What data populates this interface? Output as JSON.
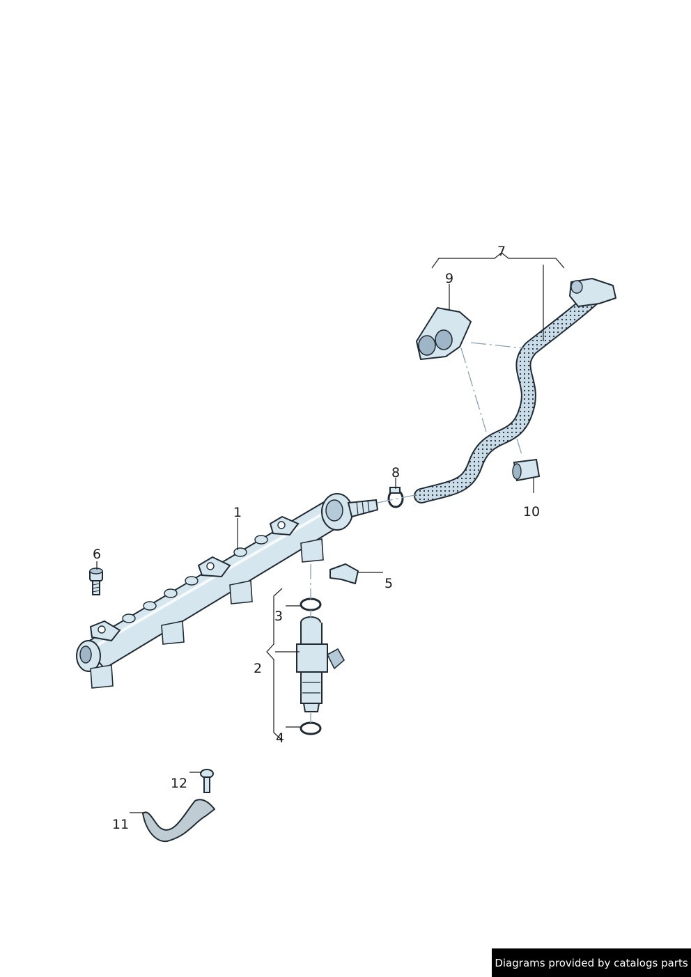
{
  "callouts": {
    "c1": "1",
    "c2": "2",
    "c3": "3",
    "c4": "4",
    "c5": "5",
    "c6": "6",
    "c7": "7",
    "c8": "8",
    "c9": "9",
    "c10": "10",
    "c11": "11",
    "c12": "12"
  },
  "credit": "Diagrams provided by catalogs parts",
  "colors": {
    "part_fill": "#d6e6ef",
    "outline": "#1f2a33",
    "dash": "#8aa0b5",
    "credit_bg": "#000000",
    "credit_text": "#ffffff"
  }
}
